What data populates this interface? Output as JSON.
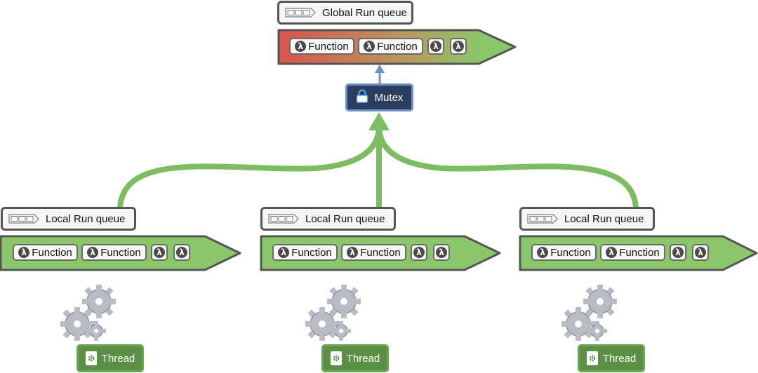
{
  "global": {
    "label": "Global Run queue",
    "queue": {
      "functions": [
        "Function",
        "Function"
      ],
      "lambdas": 2
    }
  },
  "mutex": {
    "label": "Mutex",
    "icon": "lock-icon"
  },
  "locals": [
    {
      "label": "Local Run queue",
      "functions": [
        "Function",
        "Function"
      ],
      "lambdas": 2,
      "thread": "Thread"
    },
    {
      "label": "Local Run queue",
      "functions": [
        "Function",
        "Function"
      ],
      "lambdas": 2,
      "thread": "Thread"
    },
    {
      "label": "Local Run queue",
      "functions": [
        "Function",
        "Function"
      ],
      "lambdas": 2,
      "thread": "Thread"
    }
  ],
  "lambda_symbol": "λ",
  "colors": {
    "queue_green": "#8bc66a",
    "queue_red": "#d9534f",
    "connector_green": "#7cbd62",
    "connector_blue": "#6c92c9",
    "mutex_fill": "#2c3e5e",
    "thread_fill": "#5a8f45",
    "gear": "#b9bcc4"
  },
  "icons": [
    "queue-icon",
    "lambda-icon",
    "lock-icon",
    "gear-icon",
    "thread-icon"
  ]
}
